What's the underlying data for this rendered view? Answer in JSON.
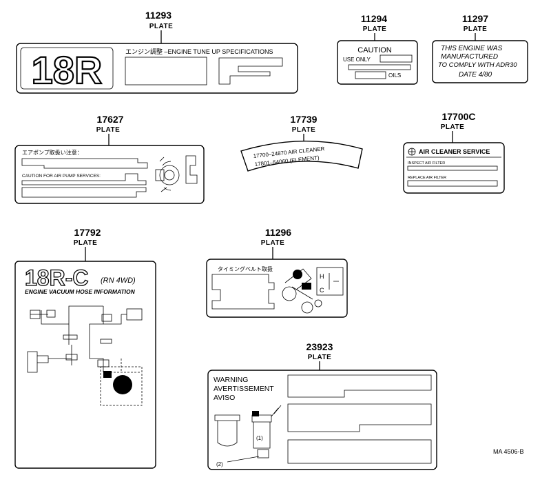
{
  "plate_word": "PLATE",
  "footer_code": "MA 4506-B",
  "plates": {
    "p11293": {
      "number": "11293",
      "big": "18R",
      "header": "エンジン調整 –ENGINE TUNE UP SPECIFICATIONS"
    },
    "p11294": {
      "number": "11294",
      "caution": "CAUTION",
      "use_only": "USE ONLY",
      "oils": "OILS"
    },
    "p11297": {
      "number": "11297",
      "line1": "THIS ENGINE WAS",
      "line2": "MANUFACTURED",
      "line3": "TO COMPLY WITH ADR30",
      "line4": "DATE   4/80"
    },
    "p17627": {
      "number": "17627",
      "jp": "エアポンプ取扱い注意：",
      "caution": "CAUTION FOR AIR PUMP SERVICES:"
    },
    "p17739": {
      "number": "17739",
      "line1": "17700–24870   AIR CLEANER",
      "line2": "17801–54060   (ELEMENT)"
    },
    "p17700c": {
      "number": "17700C",
      "title": "AIR CLEANER SERVICE",
      "inspect": "INSPECT AIR FILTER",
      "replace": "REPLACE AIR FILTER"
    },
    "p17792": {
      "number": "17792",
      "big": "18R-C",
      "sub": "(RN 4WD)",
      "info": "ENGINE VACUUM HOSE INFORMATION"
    },
    "p11296": {
      "number": "11296",
      "jp": "タイミングベルト取扱",
      "h": "H",
      "c": "C"
    },
    "p23923": {
      "number": "23923",
      "warning": "WARNING",
      "avert": "AVERTISSEMENT",
      "aviso": "AVISO",
      "callout1": "(1)",
      "callout2": "(2)"
    }
  }
}
